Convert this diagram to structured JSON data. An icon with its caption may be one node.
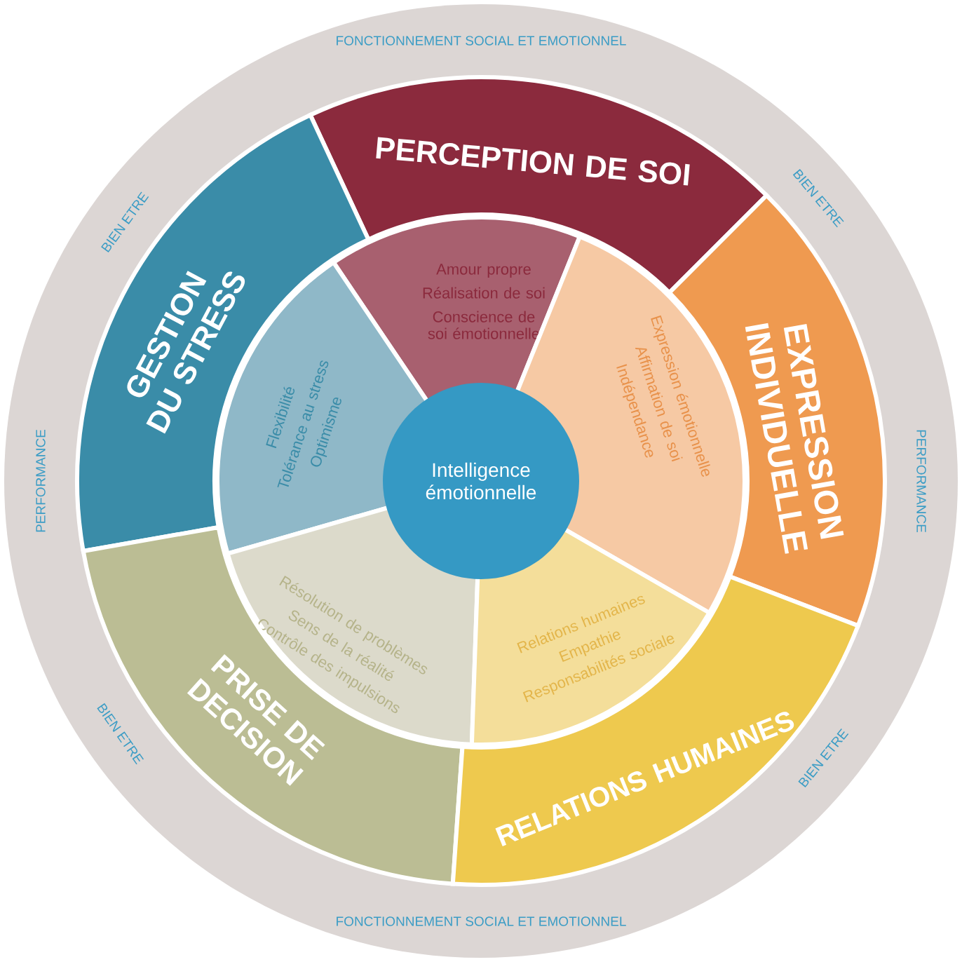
{
  "diagram": {
    "nodes": [
      {
        "text": [
          "PERCEPTION DE SOI"
        ]
      },
      {
        "text": [
          "GESTION DU STRESS"
        ]
      },
      {
        "text": [
          "EXPRESSION INDIVIDUELLE"
        ]
      },
      {
        "text": [
          "Amour propre",
          "Réalisation de soi",
          "Conscience de soi émotionnelle"
        ]
      },
      {
        "text": [
          "Flexibilité",
          "Tolérance au stress",
          "Optimisme"
        ]
      },
      {
        "text": [
          "Expression émotionnelle",
          "Affirmation de soi",
          "Indépendance"
        ]
      },
      {
        "text": [
          "Intelligence émotionnelle"
        ]
      },
      {
        "text": [
          "Résolution de problèmes",
          "Sens de la réalité",
          "Contrôle des impulsions"
        ]
      },
      {
        "text": [
          "Relations humaines",
          "Empathie",
          "Responsabilités sociale"
        ]
      },
      {
        "text": [
          "PRISE DE DECISION"
        ]
      },
      {
        "text": [
          "RELATIONS HUMAINES"
        ]
      }
    ],
    "labels": [
      "FONCTIONNEMENT SOCIAL ET EMOTIONNEL",
      "BIEN ETRE",
      "BIEN ETRE",
      "PERFORMANCE",
      "PERFORMANCE",
      "BIEN ETRE",
      "BIEN ETRE",
      "FONCTIONNEMENT SOCIAL ET EMOTIONNEL"
    ]
  }
}
